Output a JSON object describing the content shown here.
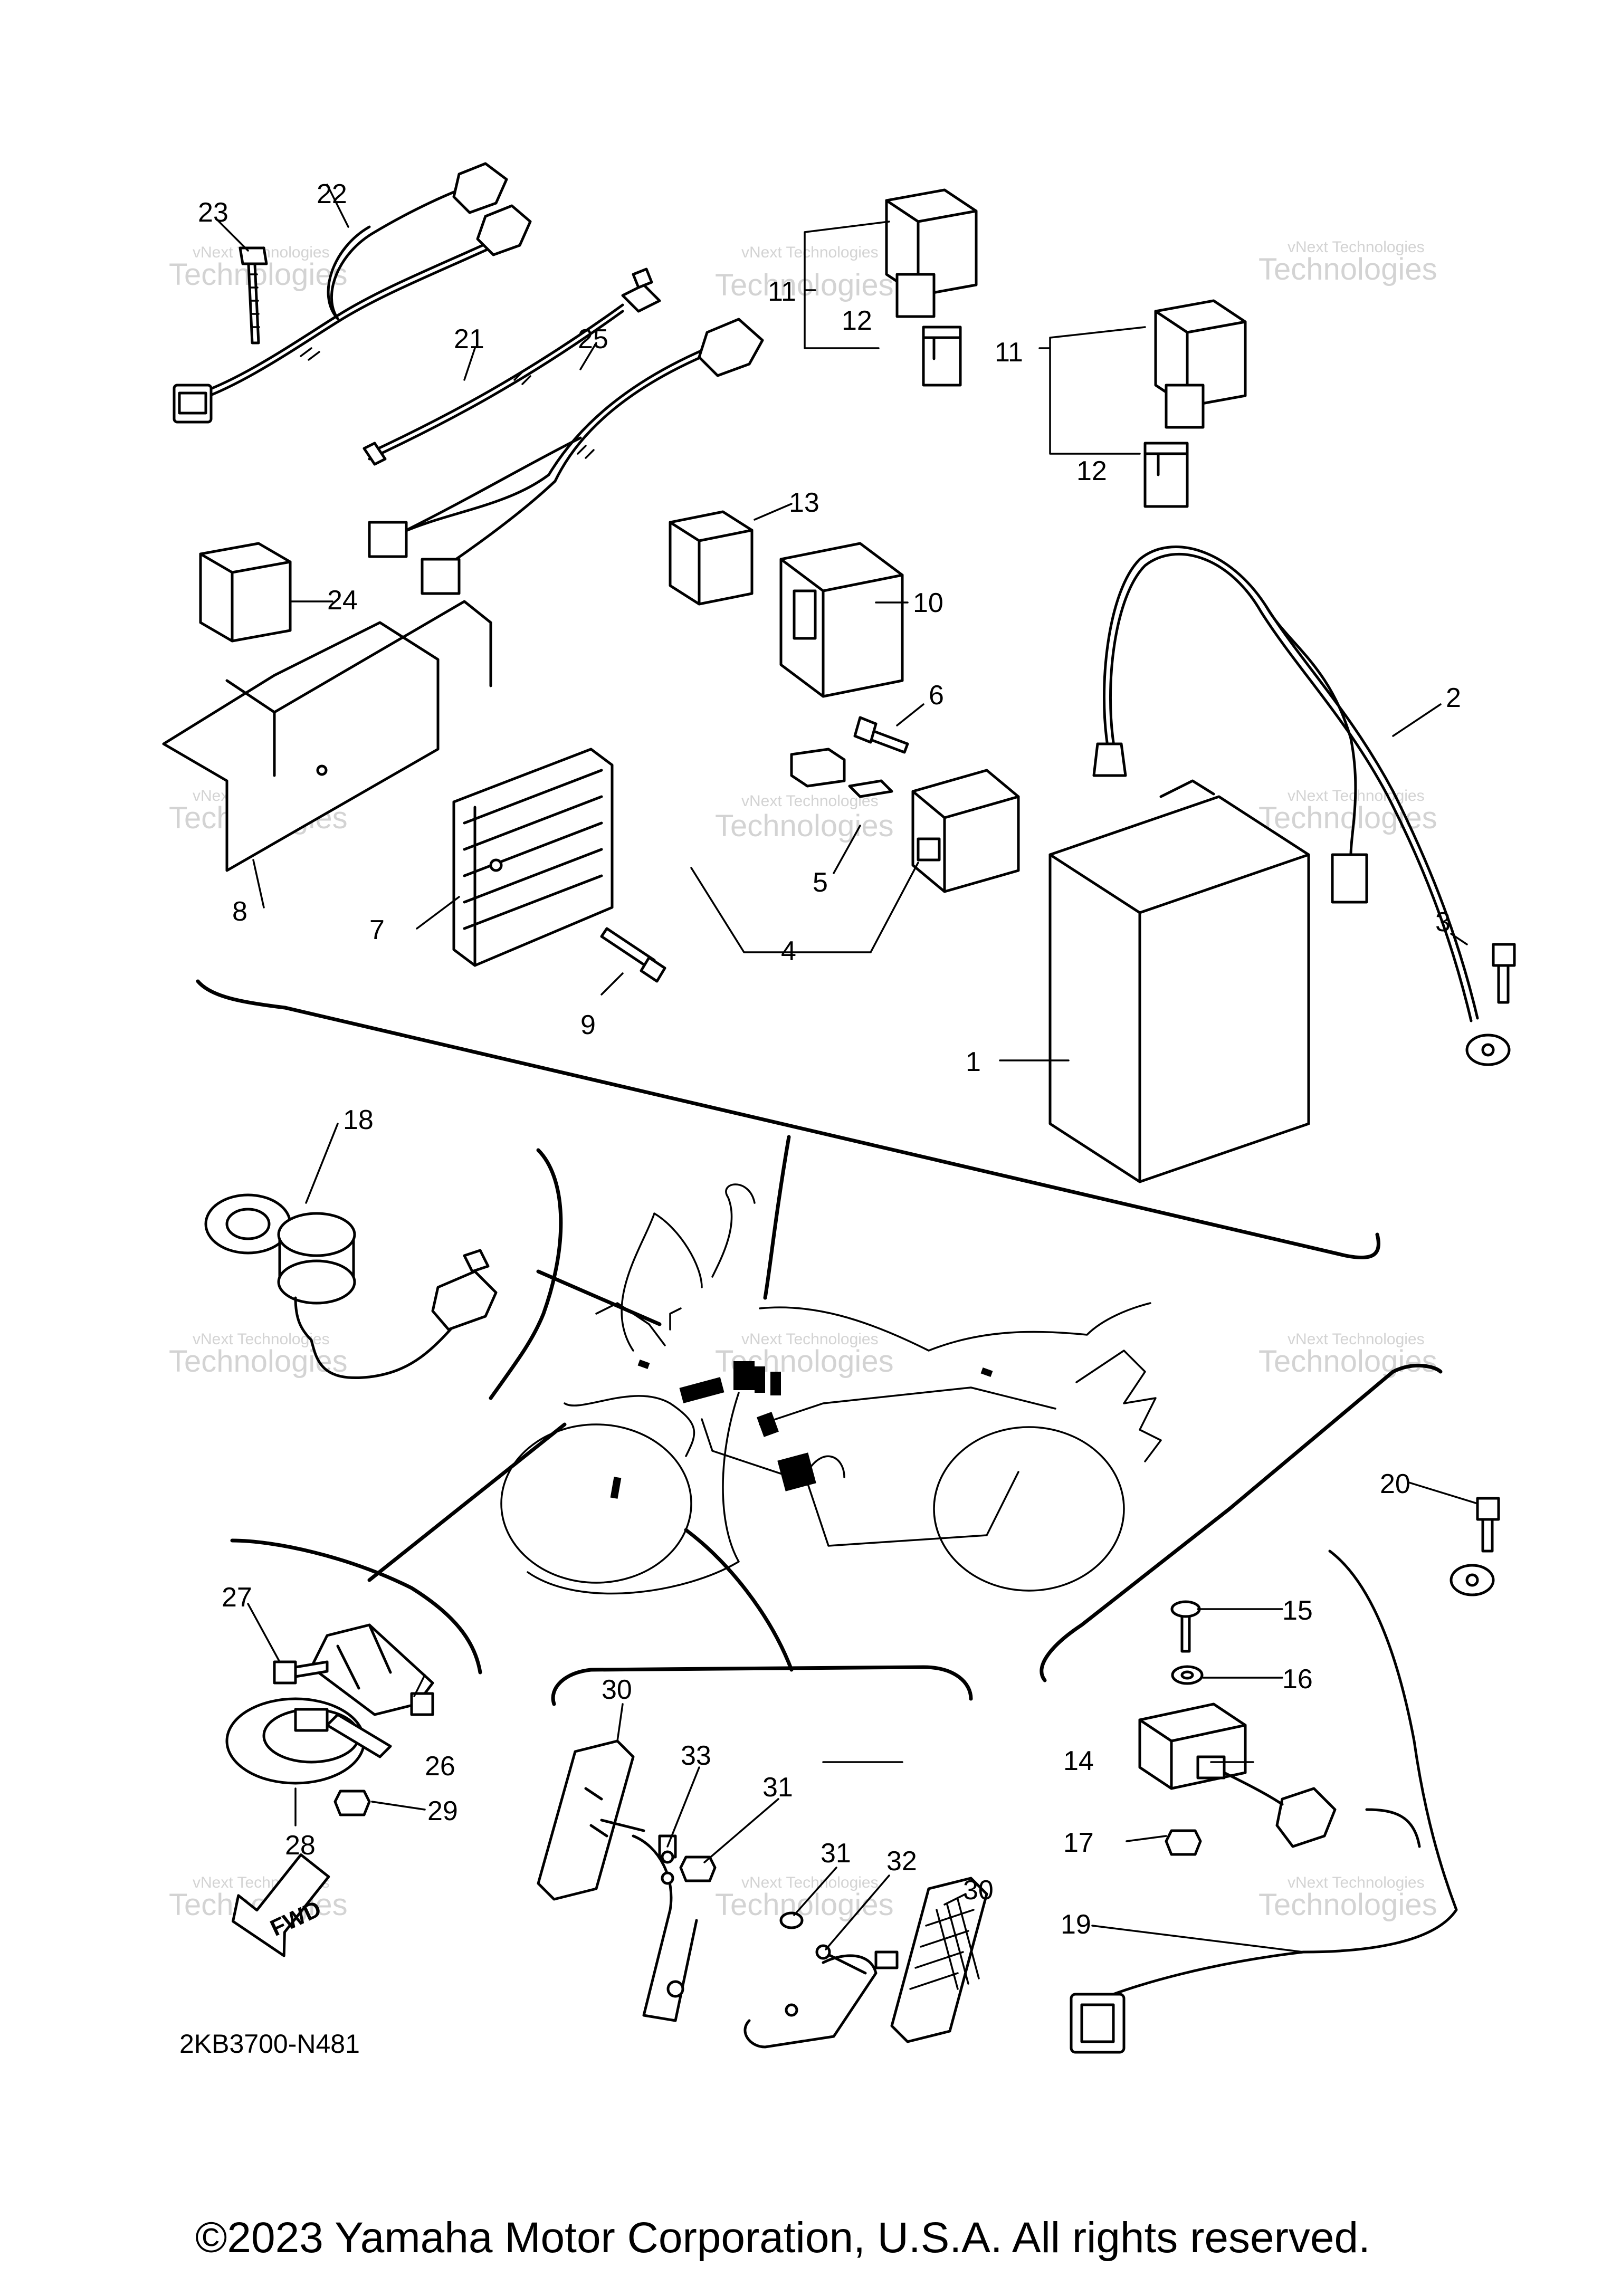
{
  "diagram": {
    "code": "2KB3700-N481",
    "copyright": "©2023 Yamaha Motor Corporation, U.S.A. All rights reserved.",
    "fwd_label": "FWD",
    "watermark_line1": "vNext Technologies",
    "watermark_line2": "Technologies",
    "callouts": {
      "c1": "1",
      "c2": "2",
      "c3": "3",
      "c4": "4",
      "c5": "5",
      "c6": "6",
      "c7": "7",
      "c8": "8",
      "c9": "9",
      "c10": "10",
      "c11a": "11",
      "c11b": "11",
      "c12a": "12",
      "c12b": "12",
      "c13": "13",
      "c14": "14",
      "c15": "15",
      "c16": "16",
      "c17": "17",
      "c18": "18",
      "c19": "19",
      "c20": "20",
      "c21": "21",
      "c22": "22",
      "c23": "23",
      "c24": "24",
      "c25": "25",
      "c26": "26",
      "c27": "27",
      "c28": "28",
      "c29": "29",
      "c30a": "30",
      "c30b": "30",
      "c31a": "31",
      "c31b": "31",
      "c32": "32",
      "c33": "33"
    }
  }
}
